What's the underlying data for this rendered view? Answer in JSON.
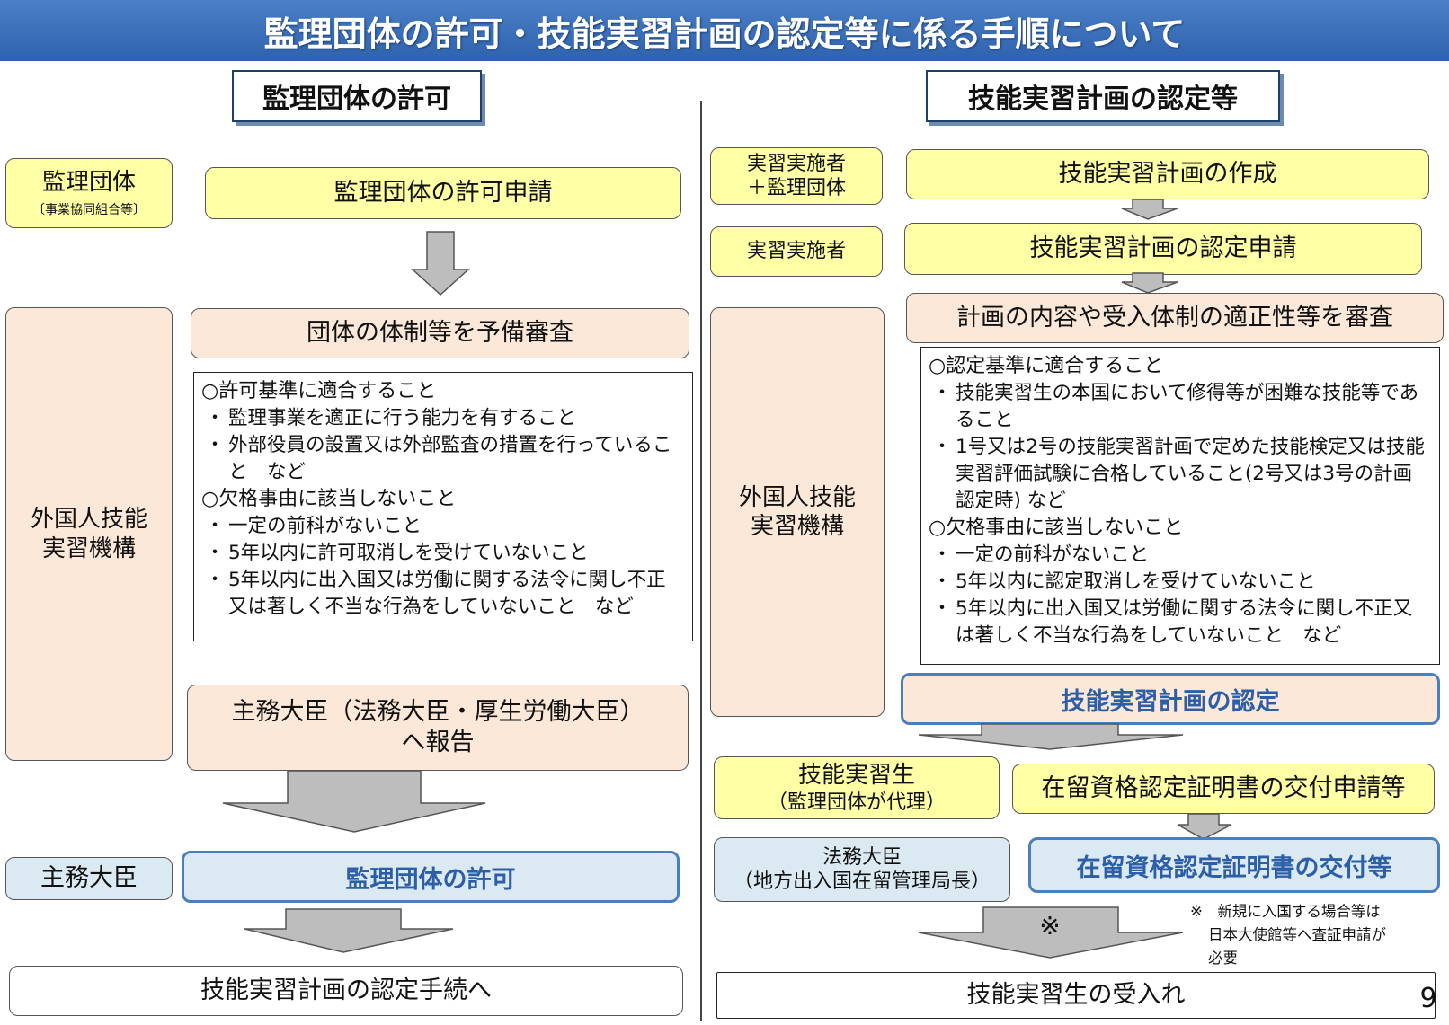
{
  "header": {
    "title": "監理団体の許可・技能実習計画の認定等に係る手順について"
  },
  "left": {
    "section_title": "監理団体の許可",
    "actor_kanri": {
      "name": "監理団体",
      "sub": "〔事業協同組合等〕"
    },
    "step_apply": "監理団体の許可申請",
    "actor_kikou": {
      "line1": "外国人技能",
      "line2": "実習機構"
    },
    "step_review": "団体の体制等を予備審査",
    "criteria": [
      {
        "type": "heading",
        "text": "○許可基準に適合すること"
      },
      {
        "type": "item",
        "text": "監理事業を適正に行う能力を有すること"
      },
      {
        "type": "item",
        "text": "外部役員の設置又は外部監査の措置を行っていること　など"
      },
      {
        "type": "heading",
        "text": "○欠格事由に該当しないこと"
      },
      {
        "type": "item",
        "text": "一定の前科がないこと"
      },
      {
        "type": "item",
        "text": "5年以内に許可取消しを受けていないこと"
      },
      {
        "type": "item",
        "text": "5年以内に出入国又は労働に関する法令に関し不正又は著しく不当な行為をしていないこと　など"
      }
    ],
    "step_report": {
      "line1": "主務大臣（法務大臣・厚生労働大臣）",
      "line2": "へ報告"
    },
    "actor_minister": "主務大臣",
    "step_permit": "監理団体の許可",
    "step_next": "技能実習計画の認定手続へ"
  },
  "right": {
    "section_title": "技能実習計画の認定等",
    "actor_impl_kanri": {
      "line1": "実習実施者",
      "line2": "＋監理団体"
    },
    "step_create": "技能実習計画の作成",
    "actor_impl": "実習実施者",
    "step_apply": "技能実習計画の認定申請",
    "actor_kikou": {
      "line1": "外国人技能",
      "line2": "実習機構"
    },
    "step_review": "計画の内容や受入体制の適正性等を審査",
    "criteria": [
      {
        "type": "heading",
        "text": "○認定基準に適合すること"
      },
      {
        "type": "item",
        "text": "技能実習生の本国において修得等が困難な技能等であること"
      },
      {
        "type": "item",
        "text": "1号又は2号の技能実習計画で定めた技能検定又は技能実習評価試験に合格していること(2号又は3号の計画認定時) など"
      },
      {
        "type": "heading",
        "text": "○欠格事由に該当しないこと"
      },
      {
        "type": "item",
        "text": "一定の前科がないこと"
      },
      {
        "type": "item",
        "text": "5年以内に認定取消しを受けていないこと"
      },
      {
        "type": "item",
        "text": "5年以内に出入国又は労働に関する法令に関し不正又は著しく不当な行為をしていないこと　など"
      }
    ],
    "step_certify": "技能実習計画の認定",
    "actor_trainee": {
      "line1": "技能実習生",
      "line2": "（監理団体が代理）"
    },
    "step_coe_apply": "在留資格認定証明書の交付申請等",
    "actor_moj": {
      "line1": "法務大臣",
      "line2": "（地方出入国在留管理局長）"
    },
    "step_coe_issue": "在留資格認定証明書の交付等",
    "arrow_mark": "※",
    "note": {
      "line1": "※　新規に入国する場合等は",
      "line2": "日本大使館等へ査証申請が",
      "line3": "必要"
    },
    "step_accept": "技能実習生の受入れ"
  },
  "bullet_char": "・",
  "page_number": "9"
}
